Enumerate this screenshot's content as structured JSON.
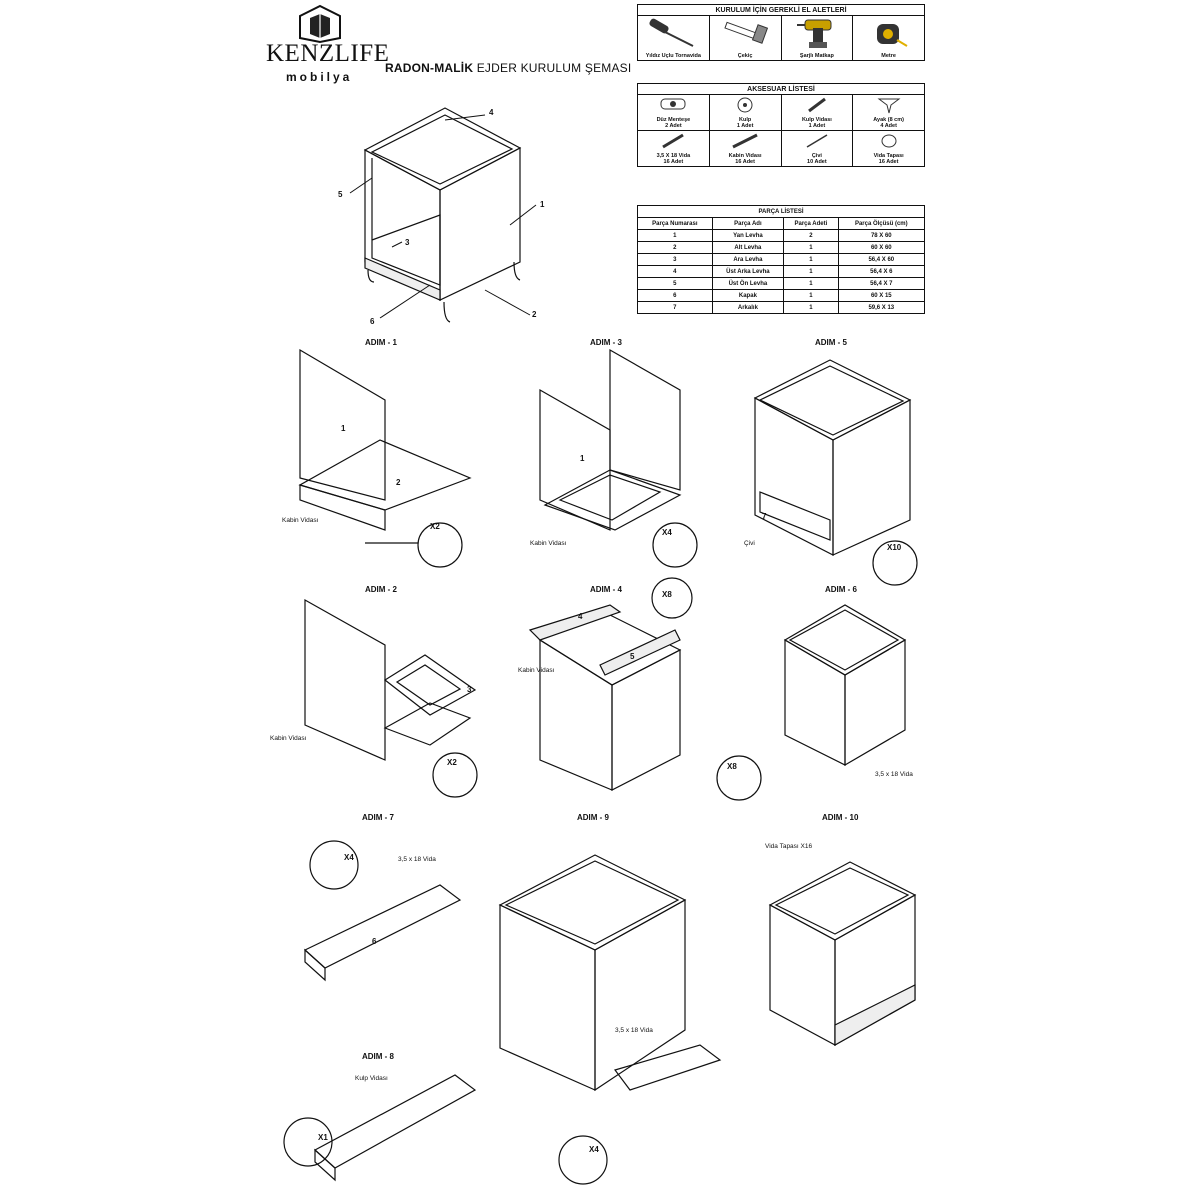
{
  "brand": {
    "name": "KENZLIFE",
    "tagline": "mobilya"
  },
  "title": {
    "main": "RADON-MALİK",
    "rest": " EJDER KURULUM ŞEMASI"
  },
  "tools": {
    "header": "KURULUM İÇİN GEREKLİ EL ALETLERİ",
    "items": [
      {
        "label": "Yıldız Uçlu Tornavida",
        "icon": "screwdriver-icon"
      },
      {
        "label": "Çekiç",
        "icon": "hammer-icon"
      },
      {
        "label": "Şarjlı Matkap",
        "icon": "drill-icon"
      },
      {
        "label": "Metre",
        "icon": "tape-measure-icon"
      }
    ]
  },
  "accessories": {
    "header": "AKSESUAR LİSTESİ",
    "items": [
      {
        "name": "Düz Menteşe",
        "qty": "2 Adet",
        "icon": "hinge-icon"
      },
      {
        "name": "Kulp",
        "qty": "1 Adet",
        "icon": "knob-icon"
      },
      {
        "name": "Kulp Vidası",
        "qty": "1 Adet",
        "icon": "screw-icon"
      },
      {
        "name": "Ayak (8 cm)",
        "qty": "4 Adet",
        "icon": "leg-icon"
      },
      {
        "name": "3,5 X 18 Vida",
        "qty": "16 Adet",
        "icon": "screw-icon"
      },
      {
        "name": "Kabin Vidası",
        "qty": "16 Adet",
        "icon": "cabinet-screw-icon"
      },
      {
        "name": "Çivi",
        "qty": "10 Adet",
        "icon": "nail-icon"
      },
      {
        "name": "Vida Tapası",
        "qty": "16 Adet",
        "icon": "screw-cap-icon"
      }
    ]
  },
  "parts": {
    "header": "PARÇA LİSTESİ",
    "columns": [
      "Parça Numarası",
      "Parça Adı",
      "Parça Adeti",
      "Parça Ölçüsü (cm)"
    ],
    "rows": [
      [
        "1",
        "Yan Levha",
        "2",
        "78 X 60"
      ],
      [
        "2",
        "Alt Levha",
        "1",
        "60 X 60"
      ],
      [
        "3",
        "Ara Levha",
        "1",
        "56,4 X 60"
      ],
      [
        "4",
        "Üst Arka Levha",
        "1",
        "56,4 X 6"
      ],
      [
        "5",
        "Üst Ön Levha",
        "1",
        "56,4 X 7"
      ],
      [
        "6",
        "Kapak",
        "1",
        "60 X 15"
      ],
      [
        "7",
        "Arkalık",
        "1",
        "59,6 X 13"
      ]
    ]
  },
  "overview_labels": [
    "4",
    "5",
    "1",
    "3",
    "6",
    "2"
  ],
  "steps": {
    "s1": "ADIM - 1",
    "s2": "ADIM - 2",
    "s3": "ADIM - 3",
    "s4": "ADIM - 4",
    "s5": "ADIM - 5",
    "s6": "ADIM - 6",
    "s7": "ADIM - 7",
    "s8": "ADIM - 8",
    "s9": "ADIM - 9",
    "s10": "ADIM - 10"
  },
  "callouts": {
    "kabin_vidasi": "Kabin Vidası",
    "civi": "Çivi",
    "vida_3518": "3,5 x 18 Vida",
    "kulp_vidasi": "Kulp Vidası",
    "vida_tapasi": "Vida Tapası X16",
    "x1": "X1",
    "x2": "X2",
    "x4": "X4",
    "x8": "X8",
    "x10": "X10",
    "p1": "1",
    "p2": "2",
    "p3": "3",
    "p4": "4",
    "p5": "5",
    "p6": "6",
    "p7": "7"
  }
}
